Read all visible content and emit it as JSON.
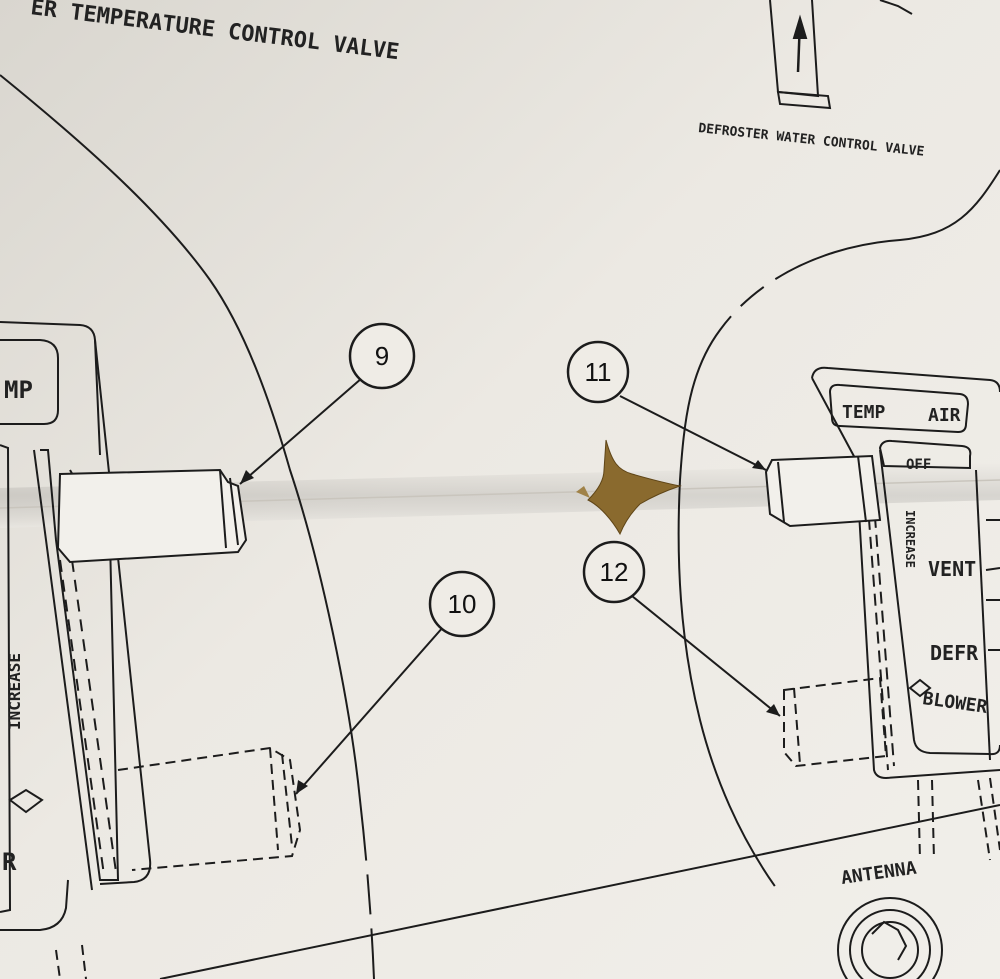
{
  "labels": {
    "top_valve": "ER TEMPERATURE CONTROL VALVE",
    "defroster_valve": "DEFROSTER WATER CONTROL VALVE",
    "antenna": "ANTENNA",
    "left_panel_temp": "MP",
    "left_panel_increase": "INCREASE",
    "left_panel_bottom": "R",
    "right_panel_temp": "TEMP",
    "right_panel_air": "AIR",
    "right_panel_off": "OFF",
    "right_panel_increase": "INCREASE",
    "right_panel_vent": "VENT",
    "right_panel_defr": "DEFR",
    "right_panel_blower": "BLOWER"
  },
  "callouts": [
    "9",
    "10",
    "11",
    "12"
  ],
  "colors": {
    "paper": "#e9e6df",
    "ink": "#1c1c1c",
    "tear": "#8a6a2e"
  }
}
